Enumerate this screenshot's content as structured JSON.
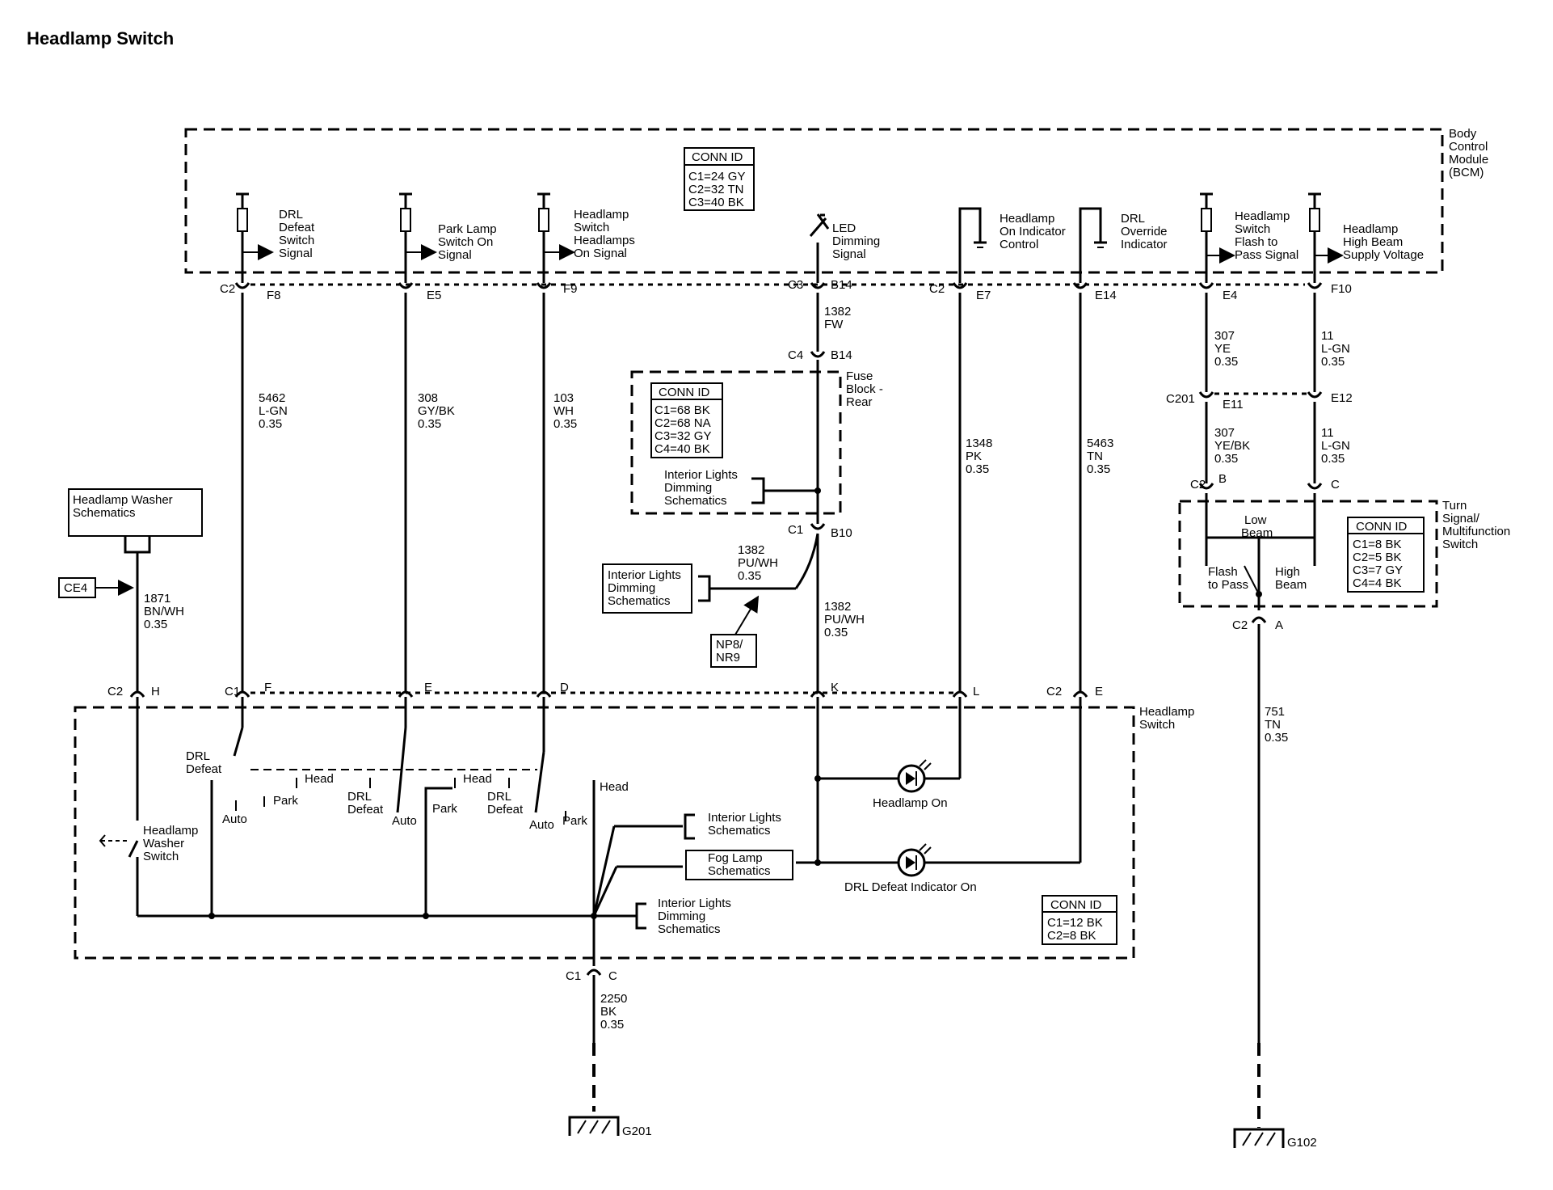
{
  "title": "Headlamp Switch",
  "bcm": {
    "label": [
      "Body",
      "Control",
      "Module",
      "(BCM)"
    ],
    "conn_header": "CONN ID",
    "conn": [
      "C1=24 GY",
      "C2=32 TN",
      "C3=40 BK"
    ],
    "signals": {
      "drl_defeat": [
        "DRL",
        "Defeat",
        "Switch",
        "Signal"
      ],
      "park_lamp": [
        "Park Lamp",
        "Switch On",
        "Signal"
      ],
      "headlamps_on": [
        "Headlamp",
        "Switch",
        "Headlamps",
        "On Signal"
      ],
      "led_dimming": [
        "LED",
        "Dimming",
        "Signal"
      ],
      "hl_indicator": [
        "Headlamp",
        "On Indicator",
        "Control"
      ],
      "drl_override": [
        "DRL",
        "Override",
        "Indicator"
      ],
      "flash_pass": [
        "Headlamp",
        "Switch",
        "Flash to",
        "Pass Signal"
      ],
      "high_beam": [
        "Headlamp",
        "High Beam",
        "Supply Voltage"
      ]
    },
    "pins": {
      "c2": "C2",
      "f8": "F8",
      "e5": "E5",
      "f9": "F9",
      "c3": "C3",
      "b14": "B14",
      "c2b": "C2",
      "e7": "E7",
      "e14": "E14",
      "e4": "E4",
      "f10": "F10"
    }
  },
  "fuse_block": {
    "label": [
      "Fuse",
      "Block -",
      "Rear"
    ],
    "conn_header": "CONN ID",
    "conn": [
      "C1=68 BK",
      "C2=68 NA",
      "C3=32 GY",
      "C4=40 BK"
    ],
    "ref": [
      "Interior Lights",
      "Dimming",
      "Schematics"
    ],
    "pins": {
      "c4": "C4",
      "b14": "B14",
      "c1": "C1",
      "b10": "B10"
    }
  },
  "turn_switch": {
    "label": [
      "Turn",
      "Signal/",
      "Multifunction",
      "Switch"
    ],
    "conn_header": "CONN ID",
    "conn": [
      "C1=8 BK",
      "C2=5 BK",
      "C3=7 GY",
      "C4=4 BK"
    ],
    "low_beam": [
      "Low",
      "Beam"
    ],
    "flash_to_pass": [
      "Flash",
      "to Pass"
    ],
    "high_beam": [
      "High",
      "Beam"
    ],
    "pins": {
      "c201": "C201",
      "e11": "E11",
      "e12": "E12",
      "c2": "C2",
      "b": "B",
      "c": "C",
      "c2a": "C2",
      "a": "A"
    }
  },
  "headlamp_switch": {
    "label": [
      "Headlamp",
      "Switch"
    ],
    "conn_header": "CONN ID",
    "conn": [
      "C1=12 BK",
      "C2=8 BK"
    ],
    "washer_switch": [
      "Headlamp",
      "Washer",
      "Switch"
    ],
    "drl_defeat": [
      "DRL",
      "Defeat"
    ],
    "auto": "Auto",
    "park": "Park",
    "head": "Head",
    "drl_defeat2": [
      "DRL",
      "Defeat"
    ],
    "headlamp_on": "Headlamp On",
    "drl_indicator_on": "DRL Defeat Indicator On",
    "ref_interior1": [
      "Interior Lights",
      "Schematics"
    ],
    "ref_fog": [
      "Fog Lamp",
      "Schematics"
    ],
    "ref_interior2": [
      "Interior Lights",
      "Dimming",
      "Schematics"
    ],
    "pins": {
      "c2h": "C2",
      "h": "H",
      "c1f": "C1",
      "f": "F",
      "e": "E",
      "d": "D",
      "k": "K",
      "l": "L",
      "c2e": "C2",
      "e2": "E",
      "c1c": "C1",
      "c": "C"
    }
  },
  "washer_ref": [
    "Headlamp Washer",
    "Schematics"
  ],
  "ce4": "CE4",
  "np8": [
    "NP8/",
    "NR9"
  ],
  "interior_ref_left": [
    "Interior Lights",
    "Dimming",
    "Schematics"
  ],
  "wires": {
    "w5462": [
      "5462",
      "L-GN",
      "0.35"
    ],
    "w308": [
      "308",
      "GY/BK",
      "0.35"
    ],
    "w103": [
      "103",
      "WH",
      "0.35"
    ],
    "w1382fw": [
      "1382",
      "FW"
    ],
    "w1382a": [
      "1382",
      "PU/WH",
      "0.35"
    ],
    "w1382b": [
      "1382",
      "PU/WH",
      "0.35"
    ],
    "w1348": [
      "1348",
      "PK",
      "0.35"
    ],
    "w5463": [
      "5463",
      "TN",
      "0.35"
    ],
    "w307a": [
      "307",
      "YE",
      "0.35"
    ],
    "w11a": [
      "11",
      "L-GN",
      "0.35"
    ],
    "w307b": [
      "307",
      "YE/BK",
      "0.35"
    ],
    "w11b": [
      "11",
      "L-GN",
      "0.35"
    ],
    "w1871": [
      "1871",
      "BN/WH",
      "0.35"
    ],
    "w751": [
      "751",
      "TN",
      "0.35"
    ],
    "w2250": [
      "2250",
      "BK",
      "0.35"
    ]
  },
  "grounds": {
    "g201": "G201",
    "g102": "G102"
  }
}
